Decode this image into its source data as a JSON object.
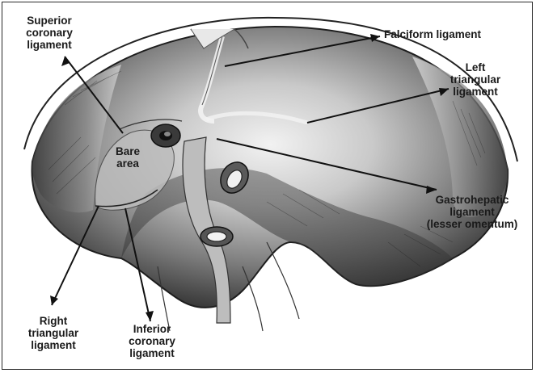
{
  "labels": {
    "superior_coronary": "Superior\ncoronary\nligament",
    "falciform": "Falciform ligament",
    "left_triangular": "Left\ntriangular\nligament",
    "bare_area": "Bare\narea",
    "gastrohepatic": "Gastrohepatic\nligament\n(lesser omentum)",
    "right_triangular": "Right\ntriangular\nligament",
    "inferior_coronary": "Inferior\ncoronary\nligament"
  },
  "colors": {
    "ink": "#1a1a1a",
    "liver_dark": "#3a3a3a",
    "liver_light": "#e6e6e6",
    "background": "#ffffff"
  }
}
